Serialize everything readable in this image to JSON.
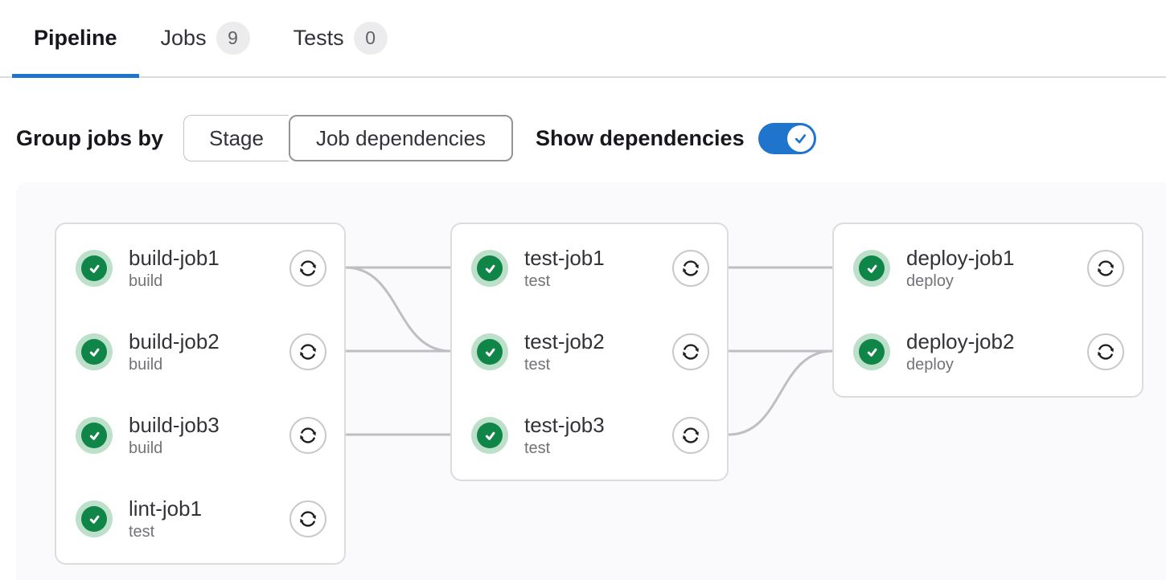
{
  "tabs": [
    {
      "label": "Pipeline",
      "active": true
    },
    {
      "label": "Jobs",
      "badge": "9"
    },
    {
      "label": "Tests",
      "badge": "0"
    }
  ],
  "controls": {
    "group_label": "Group jobs by",
    "options": [
      {
        "label": "Stage",
        "selected": false
      },
      {
        "label": "Job dependencies",
        "selected": true
      }
    ],
    "show_label": "Show dependencies",
    "show_dependencies_on": true
  },
  "colors": {
    "accent_blue": "#1f75cb",
    "success_green": "#108548",
    "success_ring": "#bce0ca",
    "edge_gray": "#bfbfc3",
    "panel_bg": "#fafafc",
    "card_border": "#dcdcde",
    "badge_bg": "#ececef"
  },
  "graph": {
    "columns": [
      {
        "jobs": [
          {
            "name": "build-job1",
            "stage": "build",
            "status": "success"
          },
          {
            "name": "build-job2",
            "stage": "build",
            "status": "success"
          },
          {
            "name": "build-job3",
            "stage": "build",
            "status": "success"
          },
          {
            "name": "lint-job1",
            "stage": "test",
            "status": "success"
          }
        ]
      },
      {
        "jobs": [
          {
            "name": "test-job1",
            "stage": "test",
            "status": "success"
          },
          {
            "name": "test-job2",
            "stage": "test",
            "status": "success"
          },
          {
            "name": "test-job3",
            "stage": "test",
            "status": "success"
          }
        ]
      },
      {
        "jobs": [
          {
            "name": "deploy-job1",
            "stage": "deploy",
            "status": "success"
          },
          {
            "name": "deploy-job2",
            "stage": "deploy",
            "status": "success"
          }
        ]
      }
    ],
    "dependencies": [
      {
        "from": "build-job1",
        "to": "test-job1"
      },
      {
        "from": "build-job1",
        "to": "test-job2"
      },
      {
        "from": "build-job2",
        "to": "test-job2"
      },
      {
        "from": "build-job3",
        "to": "test-job3"
      },
      {
        "from": "test-job1",
        "to": "deploy-job1"
      },
      {
        "from": "test-job2",
        "to": "deploy-job2"
      },
      {
        "from": "test-job3",
        "to": "deploy-job2"
      }
    ]
  }
}
